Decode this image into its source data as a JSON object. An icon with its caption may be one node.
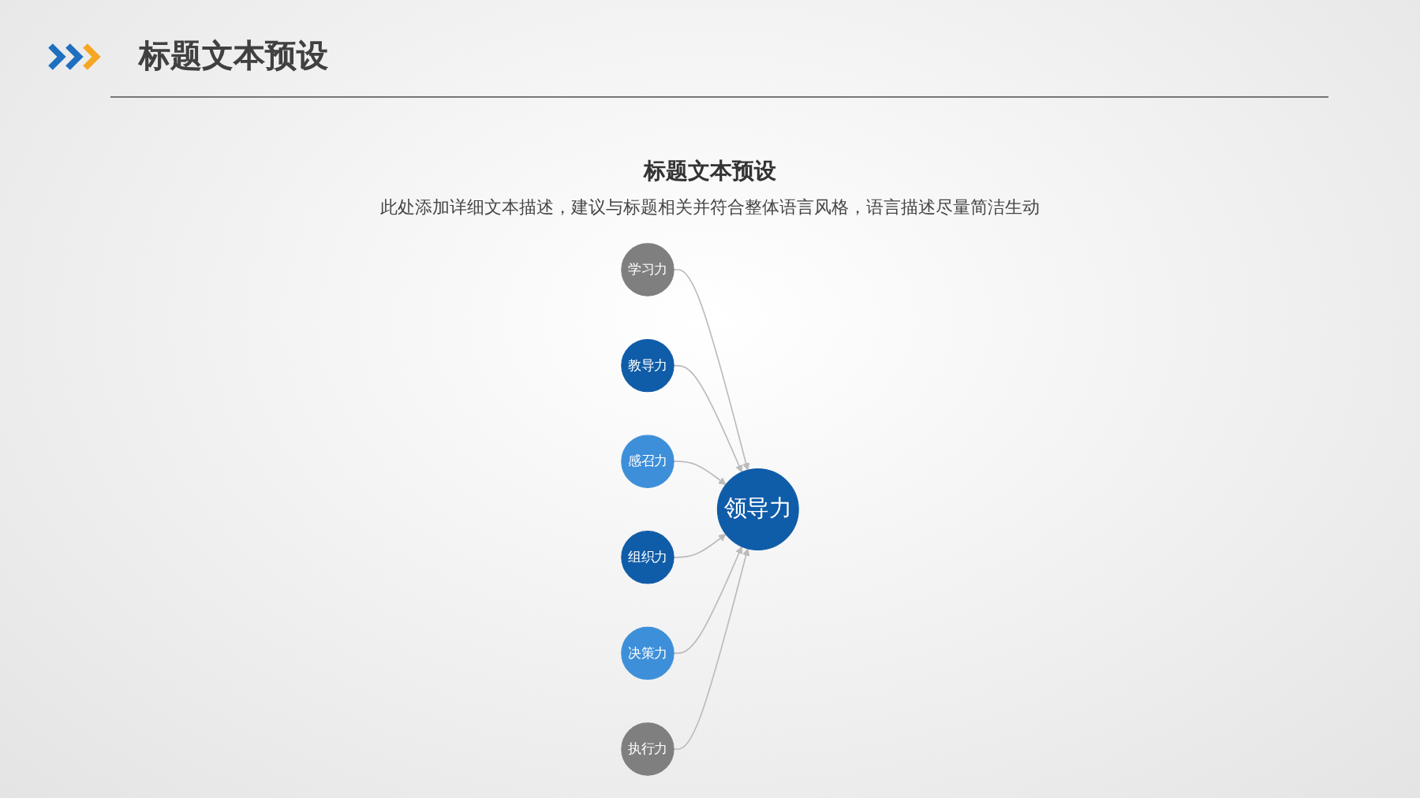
{
  "diagram": {
    "title": "标题文本预设",
    "nodes": [
      {
        "text": [
          "学习力"
        ]
      },
      {
        "text": [
          "教导力"
        ]
      },
      {
        "text": [
          "感召力"
        ]
      },
      {
        "text": [
          "领导力"
        ]
      },
      {
        "text": [
          "组织力"
        ]
      },
      {
        "text": [
          "决策力"
        ]
      },
      {
        "text": [
          "执行力"
        ]
      }
    ],
    "edges": [
      {
        "from": 0,
        "to": 3,
        "arrow": "to"
      },
      {
        "from": 1,
        "to": 3,
        "arrow": "to"
      },
      {
        "from": 2,
        "to": 3,
        "arrow": "to"
      },
      {
        "from": 4,
        "to": 3,
        "arrow": "to"
      },
      {
        "from": 5,
        "to": 3,
        "arrow": "to"
      },
      {
        "from": 6,
        "to": 3,
        "arrow": "to"
      }
    ],
    "labels": [
      "标题文本预设",
      "此处添加详细文本描述，建议与标题相关并符合整体语言风格，语言描述尽量简洁生动"
    ]
  }
}
